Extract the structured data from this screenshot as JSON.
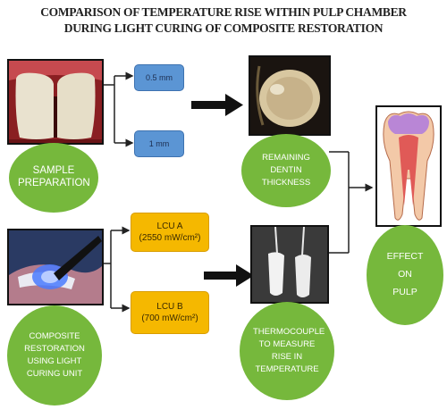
{
  "title": {
    "line1": "COMPARISON OF TEMPERATURE RISE WITHIN PULP CHAMBER",
    "line2": "DURING LIGHT CURING OF COMPOSITE RESTORATION"
  },
  "nodes": {
    "sample_preparation": "SAMPLE PREPARATION",
    "thickness_1": "0.5 mm",
    "thickness_2": "1 mm",
    "remaining_dentin": "REMAINING DENTIN THICKNESS",
    "composite_restoration": "COMPOSITE RESTORATION USING LIGHT CURING UNIT",
    "lcu_a_name": "LCU A",
    "lcu_a_power": "(2550 mW/cm²)",
    "lcu_b_name": "LCU B",
    "lcu_b_power": "(700 mW/cm²)",
    "thermocouple": "THERMOCOUPLE TO MEASURE RISE IN TEMPERATURE",
    "effect_on_pulp": "EFFECT ON PULP"
  },
  "colors": {
    "ellipse_green": "#76b83c",
    "blue_box": "#5b95d4",
    "yellow_box": "#f5b800",
    "connector": "#222222"
  }
}
